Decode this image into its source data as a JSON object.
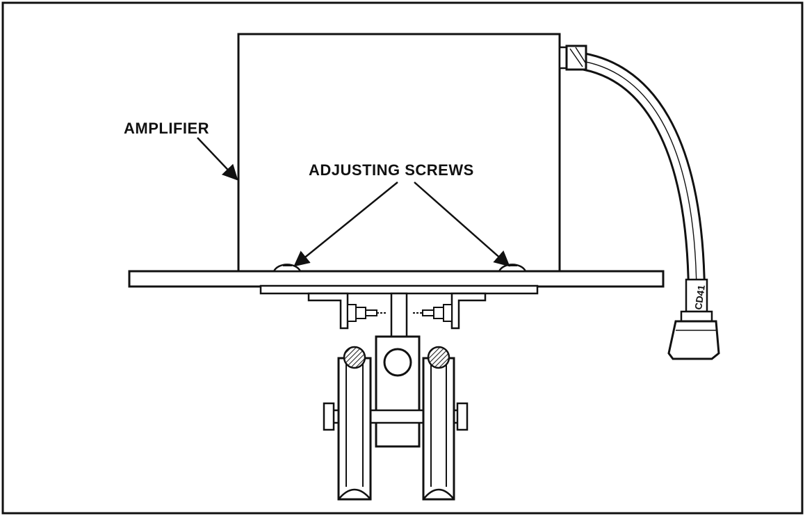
{
  "labels": {
    "amplifier": "AMPLIFIER",
    "adjusting_screws": "ADJUSTING SCREWS",
    "cable_tag": "CD41"
  },
  "colors": {
    "ink": "#111111",
    "paper": "#ffffff",
    "hatch": "#444444"
  }
}
